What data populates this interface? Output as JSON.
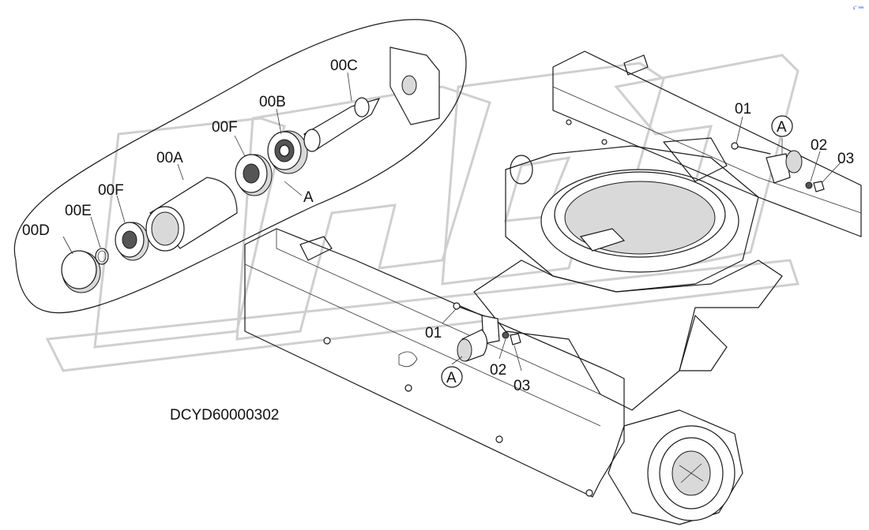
{
  "diagram": {
    "drawing_code": "DCYD60000302",
    "detail_label": "A",
    "detail_marker": "A",
    "corner_mark": "ε˚ ᵃᵃᵃ",
    "parts": {
      "p00D": "00D",
      "p00E": "00E",
      "p00F_left": "00F",
      "p00A": "00A",
      "p00F_right": "00F",
      "p00B": "00B",
      "p00C": "00C"
    },
    "callouts": {
      "upper_01": "01",
      "upper_02": "02",
      "upper_03": "03",
      "lower_01": "01",
      "lower_02": "02",
      "lower_03": "03"
    }
  }
}
